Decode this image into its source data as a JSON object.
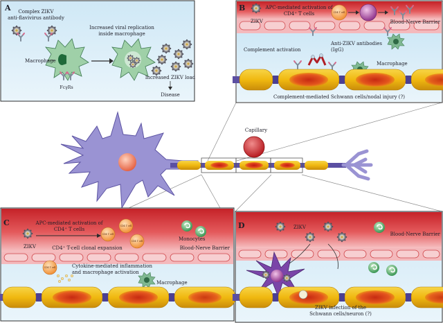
{
  "panels": {
    "a": {
      "letter": "A",
      "complex_label_line1": "Complex ZIKV",
      "complex_label_line2": "anti-flavivirus antibody",
      "replication_label_line1": "Increased viral replication",
      "replication_label_line2": "inside macrophage",
      "macrophage_label": "Macrophage",
      "receptor_label": "FcγRs",
      "load_label": "Increased ZIKV load",
      "disease_label": "Disease"
    },
    "b": {
      "letter": "B",
      "zikv_label": "ZIKV",
      "apc_label_line1": "APC-mediated activation of",
      "apc_label_line2": "CD4⁺ T cells",
      "bnb_label": "Blood-Nerve Barrier",
      "complement_label": "Complement activation",
      "antibodies_label_line1": "Anti-ZIKV antibodies",
      "antibodies_label_line2": "(IgG)",
      "macrophage_label": "Macrophage",
      "injury_label": "Complement-mediated Schwann cells/nodal injury (?)"
    },
    "center": {
      "capillary_label": "Capillary"
    },
    "c": {
      "letter": "C",
      "apc_label_line1": "APC-mediated activation of",
      "apc_label_line2": "CD4⁺ T cells",
      "zikv_label": "ZIKV",
      "clonal_label": "CD4⁺ T-cell clonal expansion",
      "monocytes_label": "Monocytes",
      "bnb_label": "Blood-Nerve Barrier",
      "cytokine_label_line1": "Cytokine-mediated inflammation",
      "cytokine_label_line2": "and macrophage activation",
      "macrophage_label": "Macrophage"
    },
    "d": {
      "letter": "D",
      "zikv_label": "ZIKV",
      "bnb_label": "Blood-Nerve Barrier",
      "infection_label_line1": "ZIKV infection of the",
      "infection_label_line2": "Schwann cells/neuron (?)"
    }
  },
  "cell_tag": "CD4 T cell",
  "colors": {
    "panel_a_bg": "#d4eaf6",
    "vessel_red": "#c52228",
    "vessel_pink": "#f4b9bc",
    "myelin_yellow": "#f3c21a",
    "myelin_inflamed": "#e0391e",
    "axon_node": "#5b4fa2",
    "neuron_body": "#9a93d3",
    "nucleus": "#f07a55",
    "tcell_orange": "#f5a04a",
    "monocyte_green": "#3fa35b",
    "virus_grey": "#8a8a94"
  }
}
